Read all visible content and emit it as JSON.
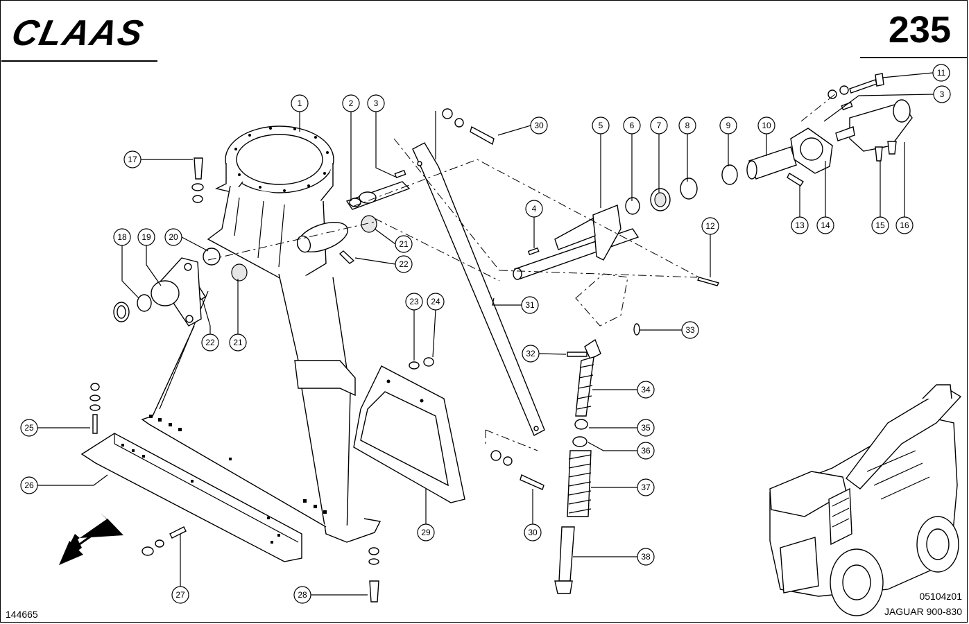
{
  "header": {
    "brand": "CLAAS",
    "page_number": "235"
  },
  "footer": {
    "sheet_id": "144665",
    "drawing_id": "05104z01",
    "model": "JAGUAR 900-830"
  },
  "callouts": {
    "c1": "1",
    "c2": "2",
    "c3a": "3",
    "c3b": "3",
    "c4": "4",
    "c5": "5",
    "c6": "6",
    "c7": "7",
    "c8": "8",
    "c9": "9",
    "c10": "10",
    "c11": "11",
    "c12": "12",
    "c13": "13",
    "c14": "14",
    "c15": "15",
    "c16": "16",
    "c17": "17",
    "c18": "18",
    "c19": "19",
    "c20": "20",
    "c21a": "21",
    "c21b": "21",
    "c22a": "22",
    "c22b": "22",
    "c23": "23",
    "c24": "24",
    "c25": "25",
    "c26": "26",
    "c27": "27",
    "c28": "28",
    "c29": "29",
    "c30a": "30",
    "c30b": "30",
    "c31": "31",
    "c32": "32",
    "c33": "33",
    "c34": "34",
    "c35": "35",
    "c36": "36",
    "c37": "37",
    "c38": "38"
  }
}
